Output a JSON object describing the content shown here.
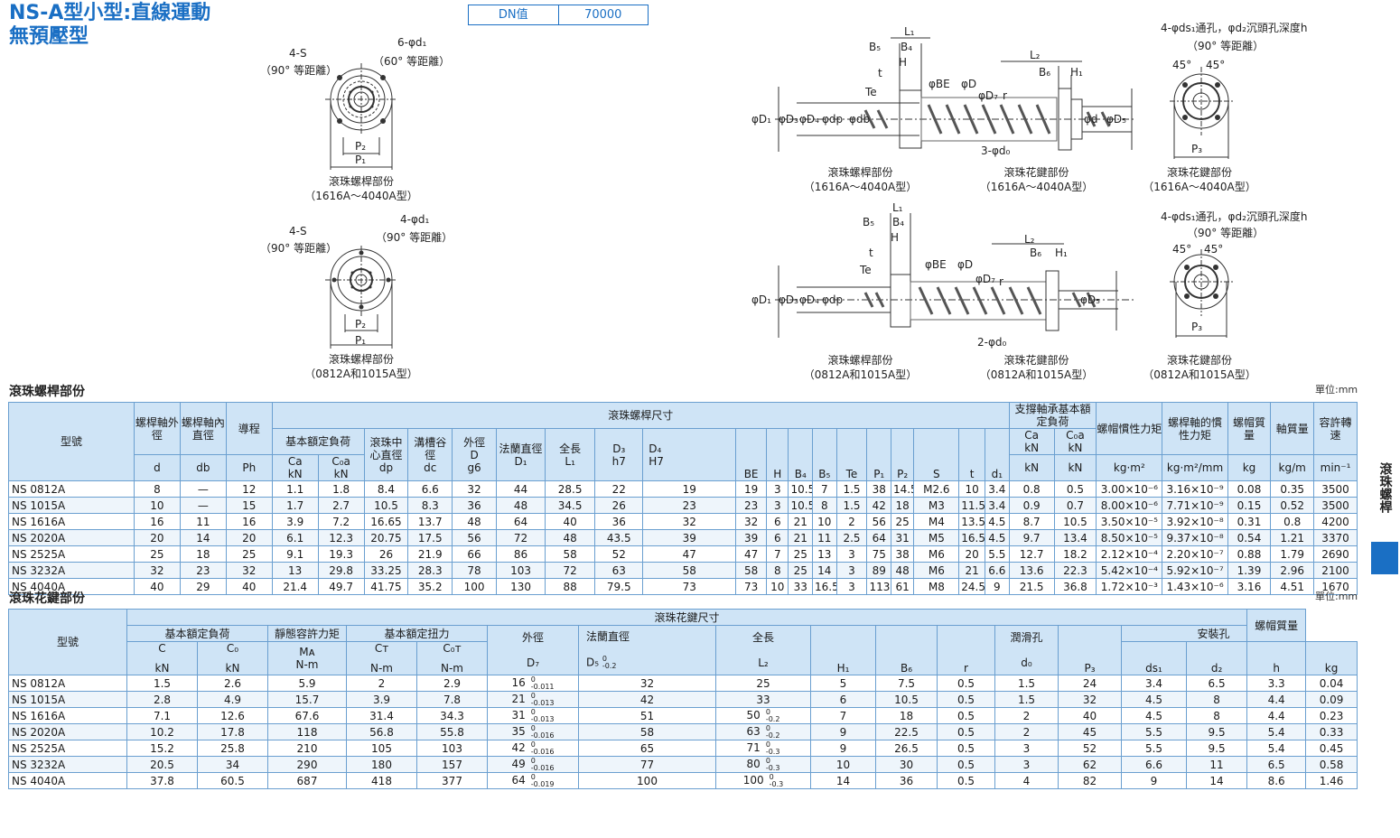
{
  "header": {
    "title_line1": "NS-A型小型:直線運動",
    "title_line2": "無預壓型",
    "dn_label": "DN值",
    "dn_value": "70000"
  },
  "figures": {
    "top_left_s": "4-S",
    "top_left_s_note": "（90° 等距離）",
    "top_left_d": "6-φd₁",
    "top_left_d_note": "（60° 等距離）",
    "p2": "P₂",
    "p1": "P₁",
    "cap_screw": "滾珠螺桿部份",
    "cap_range_1": "（1616A～4040A型）",
    "bot_left_s": "4-S",
    "bot_left_s_note": "（90° 等距離）",
    "bot_left_d": "4-φd₁",
    "bot_left_d_note": "（90° 等距離）",
    "cap_range_2": "（0812A和1015A型）",
    "cap_spline": "滾珠花鍵部份",
    "hole_note": "4-φds₁通孔，φd₂沉頭孔深度h",
    "hole_note_sub": "（90° 等距離）",
    "angle": "45°",
    "p3": "P₃",
    "d0_top": "3-φd₀",
    "d0_bot": "2-φd₀",
    "dims": {
      "L1": "L₁",
      "L2": "L₂",
      "B5": "B₅",
      "B4": "B₄",
      "B6": "B₆",
      "H1": "H₁",
      "H": "H",
      "t": "t",
      "Te": "Te",
      "BE": "φBE",
      "D": "φD",
      "D7": "φD₇",
      "r": "r",
      "D1": "φD₁",
      "D3": "φD₃",
      "D4": "φD₄",
      "dp": "φdp",
      "db": "φdb",
      "d": "φd",
      "D5": "φD₅"
    }
  },
  "screw_section": {
    "title": "滾珠螺桿部份",
    "unit": "單位:mm",
    "header": {
      "model": "型號",
      "shaft_od": "螺桿軸外徑",
      "shaft_id": "螺桿軸內直徑",
      "lead": "導程",
      "dims": "滾珠螺桿尺寸",
      "rated_load": "基本額定負荷",
      "ball_center": "滾珠中心直徑",
      "groove": "溝槽谷徑",
      "od": "外徑",
      "flange": "法蘭直徑",
      "length": "全長",
      "support": "支撐軸承基本額定負荷",
      "nut_inertia": "螺帽慣性力矩",
      "shaft_inertia": "螺桿軸的慣性力矩",
      "nut_mass": "螺帽質量",
      "shaft_mass": "軸質量",
      "speed": "容許轉速",
      "ca": "Ca",
      "c0a": "C₀a",
      "kn": "kN",
      "d": "d",
      "db": "db",
      "ph": "Ph",
      "dp": "dp",
      "dc": "dc",
      "D": "D",
      "g6": "g6",
      "D1": "D₁",
      "L1": "L₁",
      "D3": "D₃",
      "h7": "h7",
      "D4": "D₄",
      "H7": "H7",
      "BE": "BE",
      "H": "H",
      "B4": "B₄",
      "B5": "B₅",
      "Te": "Te",
      "P1": "P₁",
      "P2": "P₂",
      "S": "S",
      "t": "t",
      "d1": "d₁",
      "kgm2": "kg·m²",
      "kgm2mm": "kg·m²/mm",
      "kg": "kg",
      "kgm": "kg/m",
      "min": "min⁻¹"
    },
    "rows": [
      [
        "NS 0812A",
        "8",
        "—",
        "12",
        "1.1",
        "1.8",
        "8.4",
        "6.6",
        "32",
        "44",
        "28.5",
        "22",
        "19",
        "19",
        "3",
        "10.5",
        "7",
        "1.5",
        "38",
        "14.5",
        "M2.6",
        "10",
        "3.4",
        "0.8",
        "0.5",
        "3.00×10⁻⁶",
        "3.16×10⁻⁹",
        "0.08",
        "0.35",
        "3500"
      ],
      [
        "NS 1015A",
        "10",
        "—",
        "15",
        "1.7",
        "2.7",
        "10.5",
        "8.3",
        "36",
        "48",
        "34.5",
        "26",
        "23",
        "23",
        "3",
        "10.5",
        "8",
        "1.5",
        "42",
        "18",
        "M3",
        "11.5",
        "3.4",
        "0.9",
        "0.7",
        "8.00×10⁻⁶",
        "7.71×10⁻⁹",
        "0.15",
        "0.52",
        "3500"
      ],
      [
        "NS 1616A",
        "16",
        "11",
        "16",
        "3.9",
        "7.2",
        "16.65",
        "13.7",
        "48",
        "64",
        "40",
        "36",
        "32",
        "32",
        "6",
        "21",
        "10",
        "2",
        "56",
        "25",
        "M4",
        "13.5",
        "4.5",
        "8.7",
        "10.5",
        "3.50×10⁻⁵",
        "3.92×10⁻⁸",
        "0.31",
        "0.8",
        "4200"
      ],
      [
        "NS 2020A",
        "20",
        "14",
        "20",
        "6.1",
        "12.3",
        "20.75",
        "17.5",
        "56",
        "72",
        "48",
        "43.5",
        "39",
        "39",
        "6",
        "21",
        "11",
        "2.5",
        "64",
        "31",
        "M5",
        "16.5",
        "4.5",
        "9.7",
        "13.4",
        "8.50×10⁻⁵",
        "9.37×10⁻⁸",
        "0.54",
        "1.21",
        "3370"
      ],
      [
        "NS 2525A",
        "25",
        "18",
        "25",
        "9.1",
        "19.3",
        "26",
        "21.9",
        "66",
        "86",
        "58",
        "52",
        "47",
        "47",
        "7",
        "25",
        "13",
        "3",
        "75",
        "38",
        "M6",
        "20",
        "5.5",
        "12.7",
        "18.2",
        "2.12×10⁻⁴",
        "2.20×10⁻⁷",
        "0.88",
        "1.79",
        "2690"
      ],
      [
        "NS 3232A",
        "32",
        "23",
        "32",
        "13",
        "29.8",
        "33.25",
        "28.3",
        "78",
        "103",
        "72",
        "63",
        "58",
        "58",
        "8",
        "25",
        "14",
        "3",
        "89",
        "48",
        "M6",
        "21",
        "6.6",
        "13.6",
        "22.3",
        "5.42×10⁻⁴",
        "5.92×10⁻⁷",
        "1.39",
        "2.96",
        "2100"
      ],
      [
        "NS 4040A",
        "40",
        "29",
        "40",
        "21.4",
        "49.7",
        "41.75",
        "35.2",
        "100",
        "130",
        "88",
        "79.5",
        "73",
        "73",
        "10",
        "33",
        "16.5",
        "3",
        "113",
        "61",
        "M8",
        "24.5",
        "9",
        "21.5",
        "36.8",
        "1.72×10⁻³",
        "1.43×10⁻⁶",
        "3.16",
        "4.51",
        "1670"
      ]
    ]
  },
  "spline_section": {
    "title": "滾珠花鍵部份",
    "unit": "單位:mm",
    "header": {
      "model": "型號",
      "dims": "滾珠花鍵尺寸",
      "rated_load": "基本額定負荷",
      "static_moment": "靜態容許力矩",
      "rated_torque": "基本額定扭力",
      "od": "外徑",
      "flange": "法蘭直徑",
      "length": "全長",
      "lube": "潤滑孔",
      "mount": "安裝孔",
      "nut_mass": "螺帽質量",
      "c": "C",
      "c0": "C₀",
      "kn": "kN",
      "ma": "Mᴀ",
      "nm": "N-m",
      "ct": "Cᴛ",
      "c0t": "C₀ᴛ",
      "d7": "D₇",
      "d5": "D₅",
      "d5_tol_up": "0",
      "d5_tol_low": "-0.2",
      "l2": "L₂",
      "h1": "H₁",
      "b6": "B₆",
      "r": "r",
      "d0": "d₀",
      "p3": "P₃",
      "ds1": "ds₁",
      "d2": "d₂",
      "h": "h",
      "kg": "kg"
    },
    "rows": [
      {
        "m": "NS 0812A",
        "c": "1.5",
        "c0": "2.6",
        "ma": "5.9",
        "ct": "2",
        "c0t": "2.9",
        "d7": "16",
        "d7u": "0",
        "d7l": "-0.011",
        "d5": "32",
        "l2": "25",
        "l2u": "",
        "l2l": "",
        "h1": "5",
        "b6": "7.5",
        "r": "0.5",
        "d0": "1.5",
        "p3": "24",
        "ds1": "3.4",
        "d2": "6.5",
        "h": "3.3",
        "kg": "0.04"
      },
      {
        "m": "NS 1015A",
        "c": "2.8",
        "c0": "4.9",
        "ma": "15.7",
        "ct": "3.9",
        "c0t": "7.8",
        "d7": "21",
        "d7u": "0",
        "d7l": "-0.013",
        "d5": "42",
        "l2": "33",
        "l2u": "",
        "l2l": "",
        "h1": "6",
        "b6": "10.5",
        "r": "0.5",
        "d0": "1.5",
        "p3": "32",
        "ds1": "4.5",
        "d2": "8",
        "h": "4.4",
        "kg": "0.09"
      },
      {
        "m": "NS 1616A",
        "c": "7.1",
        "c0": "12.6",
        "ma": "67.6",
        "ct": "31.4",
        "c0t": "34.3",
        "d7": "31",
        "d7u": "0",
        "d7l": "-0.013",
        "d5": "51",
        "l2": "50",
        "l2u": "0",
        "l2l": "-0.2",
        "h1": "7",
        "b6": "18",
        "r": "0.5",
        "d0": "2",
        "p3": "40",
        "ds1": "4.5",
        "d2": "8",
        "h": "4.4",
        "kg": "0.23"
      },
      {
        "m": "NS 2020A",
        "c": "10.2",
        "c0": "17.8",
        "ma": "118",
        "ct": "56.8",
        "c0t": "55.8",
        "d7": "35",
        "d7u": "0",
        "d7l": "-0.016",
        "d5": "58",
        "l2": "63",
        "l2u": "0",
        "l2l": "-0.2",
        "h1": "9",
        "b6": "22.5",
        "r": "0.5",
        "d0": "2",
        "p3": "45",
        "ds1": "5.5",
        "d2": "9.5",
        "h": "5.4",
        "kg": "0.33"
      },
      {
        "m": "NS 2525A",
        "c": "15.2",
        "c0": "25.8",
        "ma": "210",
        "ct": "105",
        "c0t": "103",
        "d7": "42",
        "d7u": "0",
        "d7l": "-0.016",
        "d5": "65",
        "l2": "71",
        "l2u": "0",
        "l2l": "-0.3",
        "h1": "9",
        "b6": "26.5",
        "r": "0.5",
        "d0": "3",
        "p3": "52",
        "ds1": "5.5",
        "d2": "9.5",
        "h": "5.4",
        "kg": "0.45"
      },
      {
        "m": "NS 3232A",
        "c": "20.5",
        "c0": "34",
        "ma": "290",
        "ct": "180",
        "c0t": "157",
        "d7": "49",
        "d7u": "0",
        "d7l": "-0.016",
        "d5": "77",
        "l2": "80",
        "l2u": "0",
        "l2l": "-0.3",
        "h1": "10",
        "b6": "30",
        "r": "0.5",
        "d0": "3",
        "p3": "62",
        "ds1": "6.6",
        "d2": "11",
        "h": "6.5",
        "kg": "0.58"
      },
      {
        "m": "NS 4040A",
        "c": "37.8",
        "c0": "60.5",
        "ma": "687",
        "ct": "418",
        "c0t": "377",
        "d7": "64",
        "d7u": "0",
        "d7l": "-0.019",
        "d5": "100",
        "l2": "100",
        "l2u": "0",
        "l2l": "-0.3",
        "h1": "14",
        "b6": "36",
        "r": "0.5",
        "d0": "4",
        "p3": "82",
        "ds1": "9",
        "d2": "14",
        "h": "8.6",
        "kg": "1.46"
      }
    ]
  },
  "side_tab": "滾珠螺桿"
}
